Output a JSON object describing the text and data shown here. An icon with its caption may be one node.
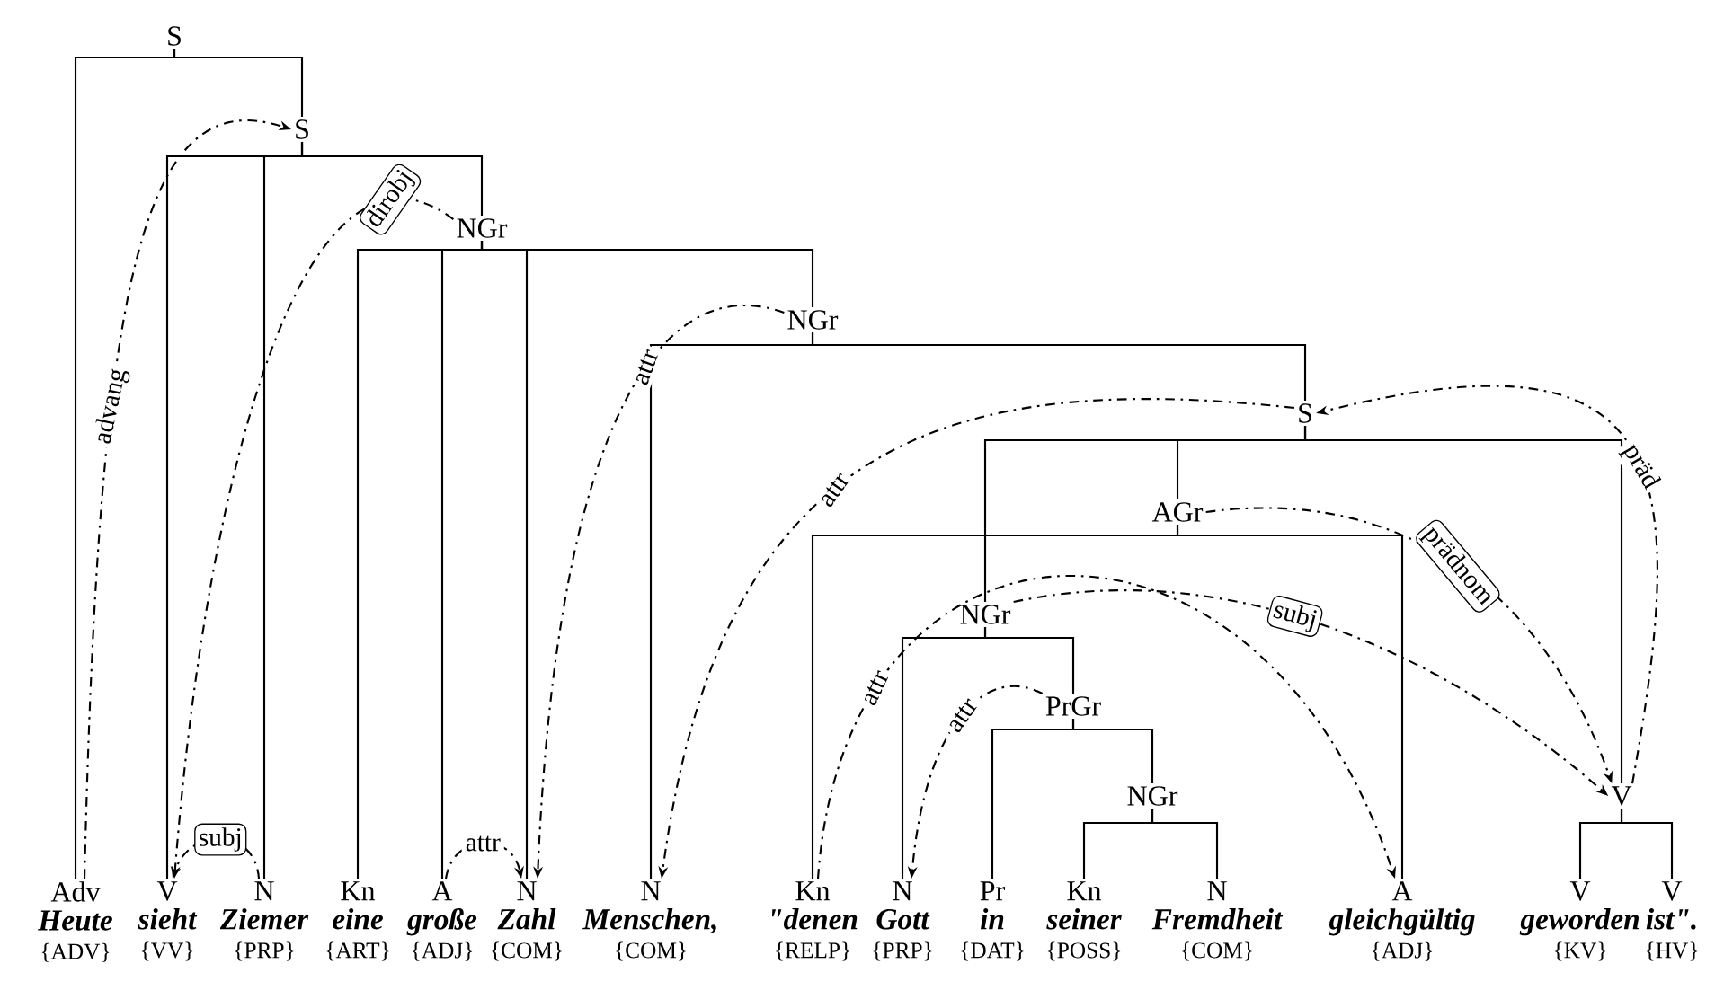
{
  "diagram": {
    "nodes": [
      {
        "text": [
          "S"
        ]
      },
      {
        "text": [
          "S"
        ]
      },
      {
        "text": [
          "NGr"
        ]
      },
      {
        "text": [
          "NGr"
        ]
      },
      {
        "text": [
          "S"
        ]
      },
      {
        "text": [
          "AGr"
        ]
      },
      {
        "text": [
          "NGr"
        ]
      },
      {
        "text": [
          "PrGr"
        ]
      },
      {
        "text": [
          "NGr"
        ]
      },
      {
        "text": [
          "V"
        ]
      },
      {
        "text": [
          "Adv",
          "Heute",
          "{ADV}"
        ]
      },
      {
        "text": [
          "V",
          "sieht",
          "{VV}"
        ]
      },
      {
        "text": [
          "N",
          "Ziemer",
          "{PRP}"
        ]
      },
      {
        "text": [
          "Kn",
          "eine",
          "{ART}"
        ]
      },
      {
        "text": [
          "A",
          "große",
          "{ADJ}"
        ]
      },
      {
        "text": [
          "N",
          "Zahl",
          "{COM}"
        ]
      },
      {
        "text": [
          "N",
          "Menschen,",
          "{COM}"
        ]
      },
      {
        "text": [
          "Kn",
          "\"denen",
          "{RELP}"
        ]
      },
      {
        "text": [
          "N",
          "Gott",
          "{PRP}"
        ]
      },
      {
        "text": [
          "Pr",
          "in",
          "{DAT}"
        ]
      },
      {
        "text": [
          "Kn",
          "seiner",
          "{POSS}"
        ]
      },
      {
        "text": [
          "N",
          "Fremdheit",
          "{COM}"
        ]
      },
      {
        "text": [
          "A",
          "gleichgültig",
          "{ADJ}"
        ]
      },
      {
        "text": [
          "V",
          "geworden",
          "{KV}"
        ]
      },
      {
        "text": [
          "V",
          "ist\".",
          "{HV}"
        ]
      }
    ],
    "edges": [
      {
        "from": 0,
        "to": 10,
        "arrow": "none"
      },
      {
        "from": 0,
        "to": 1,
        "arrow": "none"
      },
      {
        "from": 1,
        "to": 11,
        "arrow": "none"
      },
      {
        "from": 1,
        "to": 12,
        "arrow": "none"
      },
      {
        "from": 1,
        "to": 2,
        "arrow": "none"
      },
      {
        "from": 2,
        "to": 13,
        "arrow": "none"
      },
      {
        "from": 2,
        "to": 14,
        "arrow": "none"
      },
      {
        "from": 2,
        "to": 15,
        "arrow": "none"
      },
      {
        "from": 2,
        "to": 3,
        "arrow": "none"
      },
      {
        "from": 3,
        "to": 16,
        "arrow": "none"
      },
      {
        "from": 3,
        "to": 4,
        "arrow": "none"
      },
      {
        "from": 4,
        "to": 6,
        "arrow": "none"
      },
      {
        "from": 4,
        "to": 5,
        "arrow": "none"
      },
      {
        "from": 4,
        "to": 9,
        "arrow": "none"
      },
      {
        "from": 5,
        "to": 17,
        "arrow": "none"
      },
      {
        "from": 5,
        "to": 22,
        "arrow": "none"
      },
      {
        "from": 6,
        "to": 18,
        "arrow": "none"
      },
      {
        "from": 6,
        "to": 7,
        "arrow": "none"
      },
      {
        "from": 7,
        "to": 19,
        "arrow": "none"
      },
      {
        "from": 7,
        "to": 8,
        "arrow": "none"
      },
      {
        "from": 8,
        "to": 20,
        "arrow": "none"
      },
      {
        "from": 8,
        "to": 21,
        "arrow": "none"
      },
      {
        "from": 9,
        "to": 23,
        "arrow": "none"
      },
      {
        "from": 9,
        "to": 24,
        "arrow": "none"
      },
      {
        "from": 10,
        "to": 1,
        "arrow": "to",
        "label": "advang",
        "style": "dashed"
      },
      {
        "from": 12,
        "to": 11,
        "arrow": "to",
        "label": "subj",
        "style": "dashed"
      },
      {
        "from": 2,
        "to": 11,
        "arrow": "to",
        "label": "dirobj",
        "style": "dashed"
      },
      {
        "from": 14,
        "to": 15,
        "arrow": "to",
        "label": "attr",
        "style": "dashed"
      },
      {
        "from": 3,
        "to": 15,
        "arrow": "to",
        "label": "attr",
        "style": "dashed"
      },
      {
        "from": 4,
        "to": 16,
        "arrow": "to",
        "label": "attr",
        "style": "dashed"
      },
      {
        "from": 9,
        "to": 4,
        "arrow": "to",
        "label": "präd",
        "style": "dashed"
      },
      {
        "from": 5,
        "to": 9,
        "arrow": "to",
        "label": "prädnom",
        "style": "dashed"
      },
      {
        "from": 6,
        "to": 9,
        "arrow": "to",
        "label": "subj",
        "style": "dashed"
      },
      {
        "from": 17,
        "to": 22,
        "arrow": "to",
        "label": "attr",
        "style": "dashed"
      },
      {
        "from": 7,
        "to": 18,
        "arrow": "to",
        "label": "attr",
        "style": "dashed"
      }
    ]
  }
}
